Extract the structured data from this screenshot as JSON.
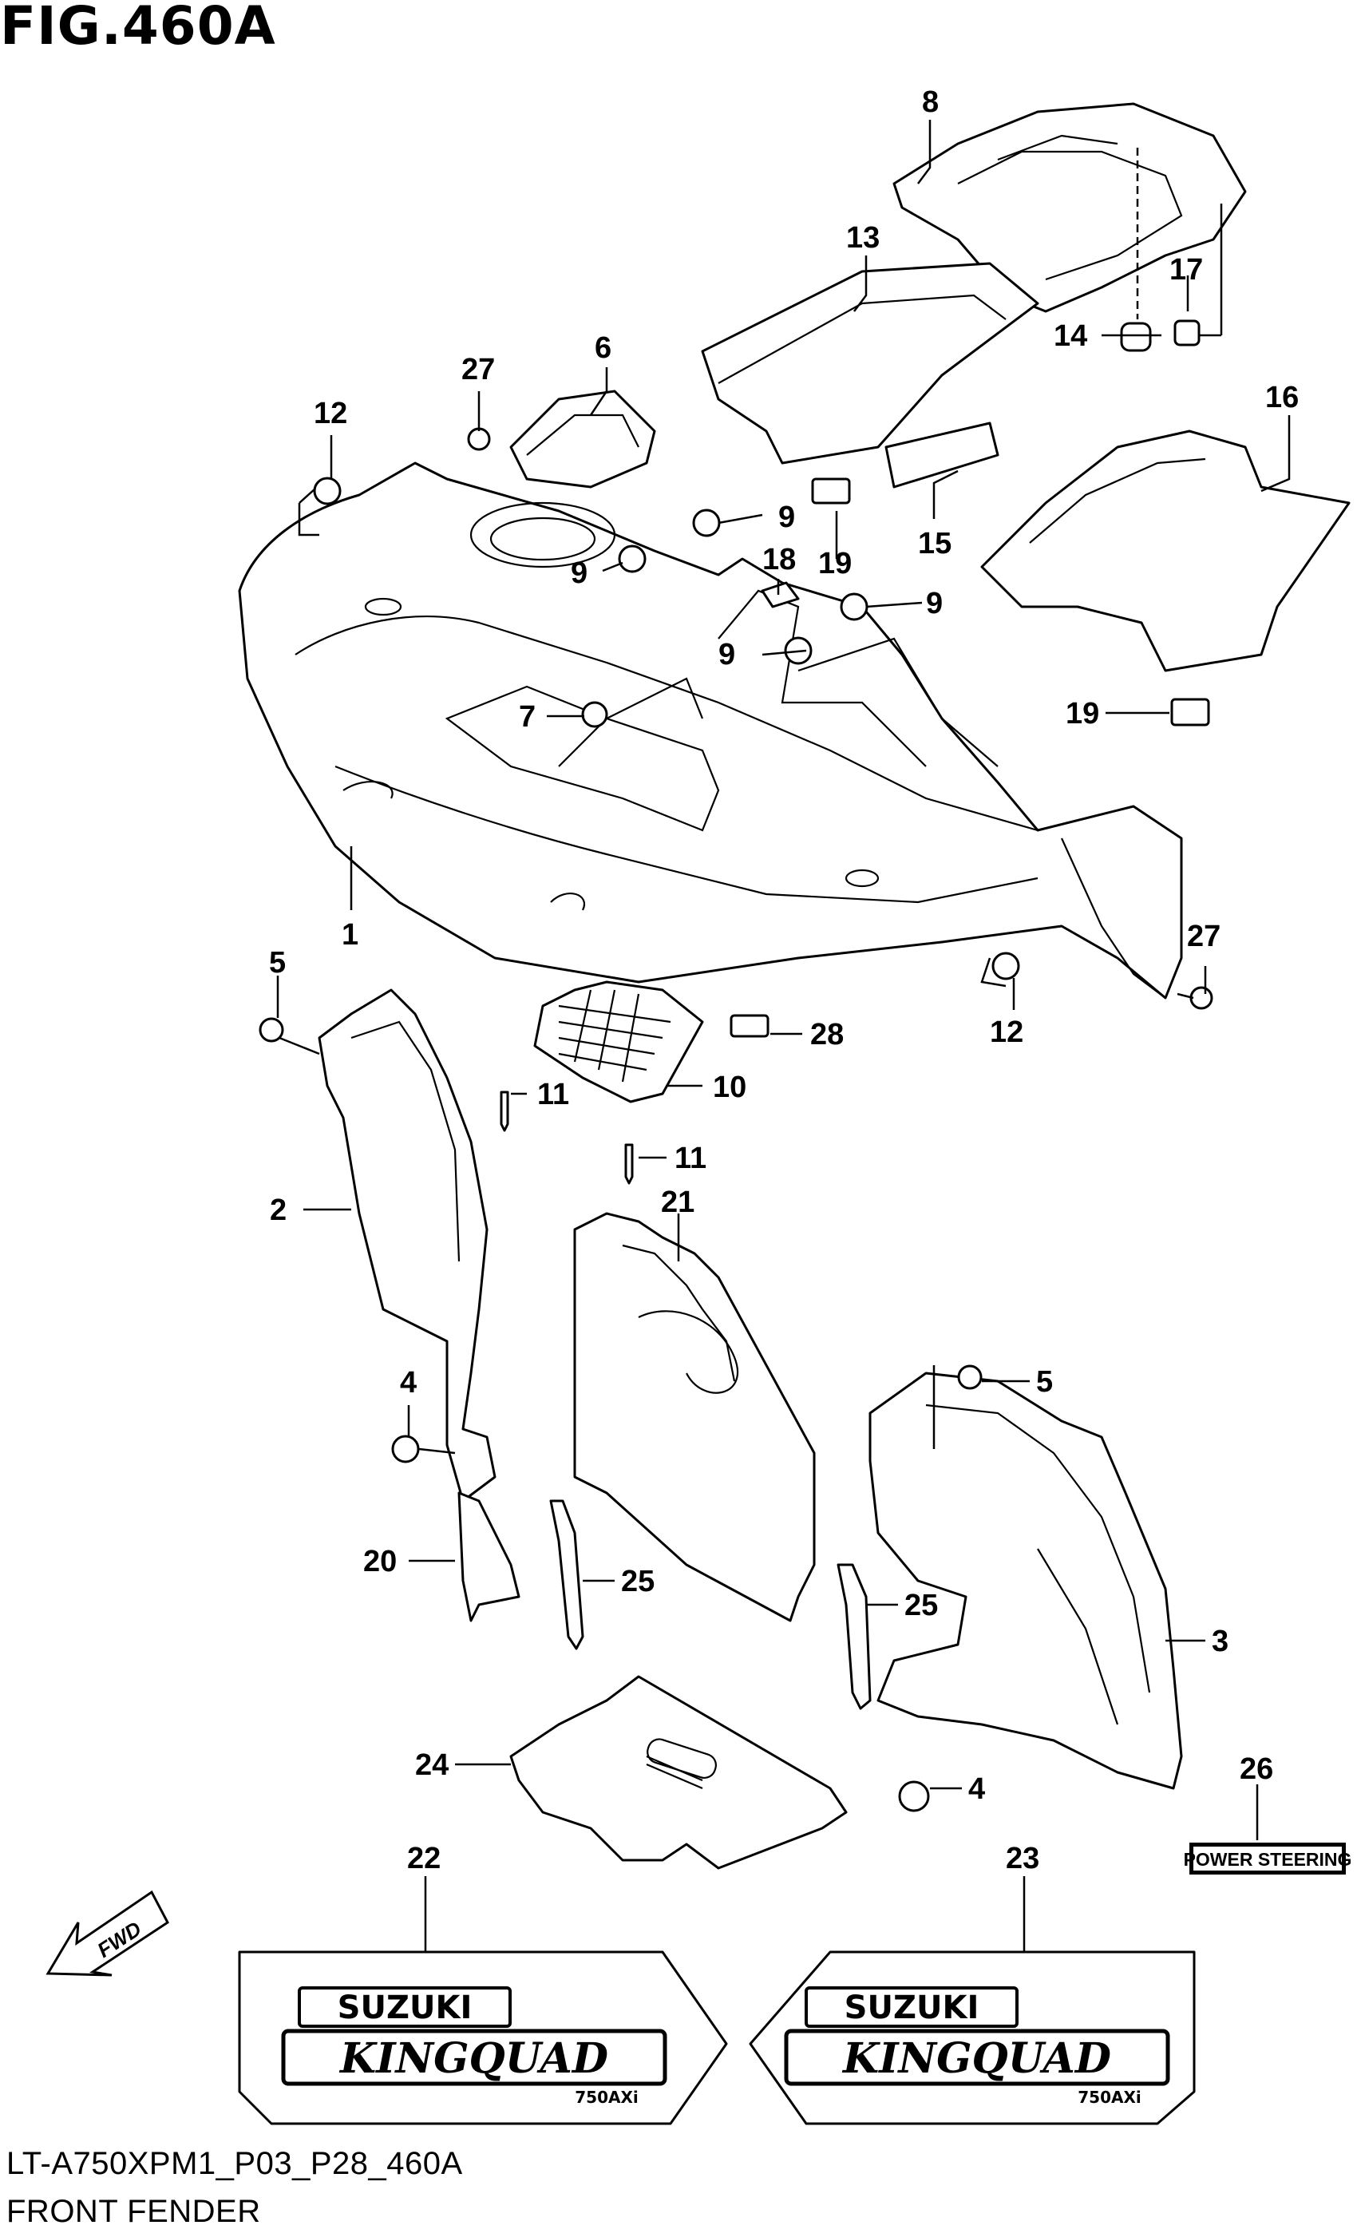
{
  "figure_title": "FIG.460A",
  "footer": {
    "model_code": "LT-A750XPM1_P03_P28_460A",
    "section_name": "FRONT FENDER"
  },
  "callouts": {
    "c1": "1",
    "c2": "2",
    "c3": "3",
    "c4a": "4",
    "c4b": "4",
    "c5a": "5",
    "c5b": "5",
    "c6": "6",
    "c7": "7",
    "c8": "8",
    "c9a": "9",
    "c9b": "9",
    "c9c": "9",
    "c9d": "9",
    "c10": "10",
    "c11a": "11",
    "c11b": "11",
    "c12a": "12",
    "c12b": "12",
    "c13": "13",
    "c14": "14",
    "c15": "15",
    "c16": "16",
    "c17": "17",
    "c18": "18",
    "c19a": "19",
    "c19b": "19",
    "c20": "20",
    "c21": "21",
    "c22": "22",
    "c23": "23",
    "c24": "24",
    "c25a": "25",
    "c25b": "25",
    "c26": "26",
    "c27a": "27",
    "c27b": "27",
    "c28": "28"
  },
  "labels": {
    "power_steering_decal": "POWER STEERING",
    "fwd_arrow": "FWD",
    "decal_brand": "SUZUKI",
    "decal_model": "KINGQUAD",
    "decal_suffix": "750AXi"
  }
}
